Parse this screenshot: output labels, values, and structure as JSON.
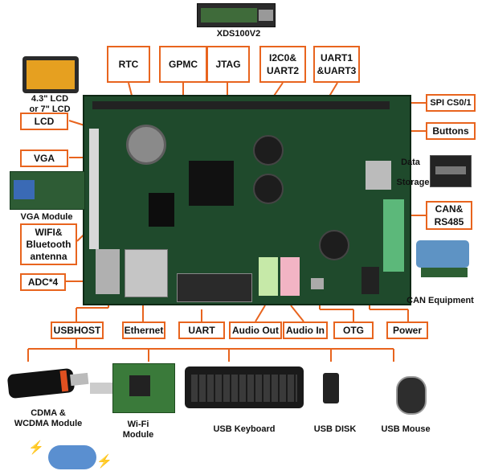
{
  "colors": {
    "accent": "#e8641e",
    "pcb": "#1f4a2c",
    "connector_green": "#5cb87a"
  },
  "top_device": "XDS100V2",
  "lcd_device": "4.3\" LCD\nor 7\" LCD",
  "vga_module": "VGA Module",
  "can_equipment": "CAN Equipment",
  "data_storage": {
    "line1": "Data",
    "line2": "Storage"
  },
  "labels": {
    "rtc": "RTC",
    "gpmc": "GPMC",
    "jtag": "JTAG",
    "i2c_uart2": "I2C0&\nUART2",
    "uart1_uart3": "UART1\n&UART3",
    "spi": "SPI CS0/1",
    "buttons": "Buttons",
    "can_rs485": "CAN&\nRS485",
    "lcd": "LCD",
    "vga": "VGA",
    "wifi_bt": "WIFI&\nBluetooth\nantenna",
    "adc": "ADC*4",
    "usbhost": "USBHOST",
    "ethernet": "Ethernet",
    "uart": "UART",
    "audio_out": "Audio Out",
    "audio_in": "Audio In",
    "otg": "OTG",
    "power": "Power"
  },
  "peripherals": {
    "cdma": "CDMA &\nWCDMA Module",
    "wifi_module": "Wi-Fi\nModule",
    "usb_keyboard": "USB Keyboard",
    "usb_disk": "USB DISK",
    "usb_mouse": "USB Mouse"
  }
}
